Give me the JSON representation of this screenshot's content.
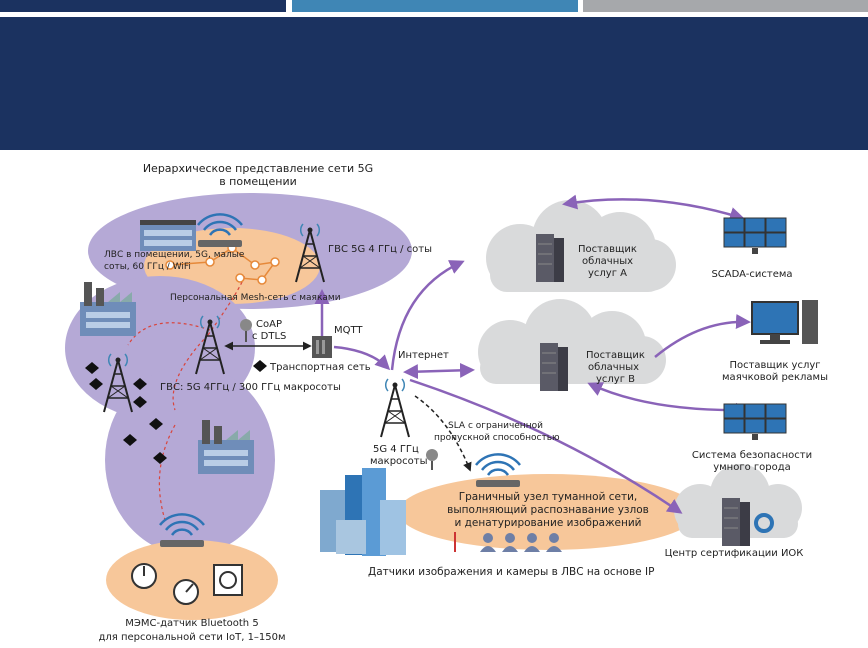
{
  "colors": {
    "bar1": "#1b3260",
    "bar2": "#3f86b5",
    "bar3": "#a6a8ab",
    "banner": "#1b3260",
    "ellipse_purple": "#b5a9d6",
    "ellipse_orange": "#f7c79a",
    "link": "#8a63b8",
    "cloud": "#d9dadb"
  },
  "header": {
    "title": ""
  },
  "labels": {
    "top_title_1": "Иерархическое представление сети 5G",
    "top_title_2": "в помещении",
    "lan_1": "ЛВС в помещении, 5G, малые",
    "lan_2": "соты, 60 ГГц / WiFi",
    "mesh": "Персональная Mesh-сеть с маяками",
    "gvs_small": "ГВС 5G 4 ГГц / соты",
    "coap_1": "CoAP",
    "coap_2": "с DTLS",
    "mqtt": "MQTT",
    "transport": "Транспортная сеть",
    "internet": "Интернет",
    "gvs_macro": "ГВС: 5G 4ГГц / 300 ГГц макросоты",
    "macro_1": "5G 4 ГГц",
    "macro_2": "макросоты",
    "sla_1": "SLA с ограниченной",
    "sla_2": "пропускной способностью",
    "fog_1": "Граничный узел туманной сети,",
    "fog_2": "выполняющий распознавание узлов",
    "fog_3": "и денатурирование изображений",
    "cameras": "Датчики изображения и камеры в ЛВС на основе IP",
    "mems_1": "МЭМС-датчик Bluetooth 5",
    "mems_2": "для персональной сети IoT, 1–150м",
    "cloud_a_1": "Поставщик",
    "cloud_a_2": "облачных",
    "cloud_a_3": "услуг А",
    "cloud_b_1": "Поставщик",
    "cloud_b_2": "облачных",
    "cloud_b_3": "услуг В",
    "scada": "SCADA-система",
    "beacon_1": "Поставщик услуг",
    "beacon_2": "маячковой рекламы",
    "security_1": "Система безопасности",
    "security_2": "умного города",
    "cert": "Центр сертификации ИОК"
  }
}
